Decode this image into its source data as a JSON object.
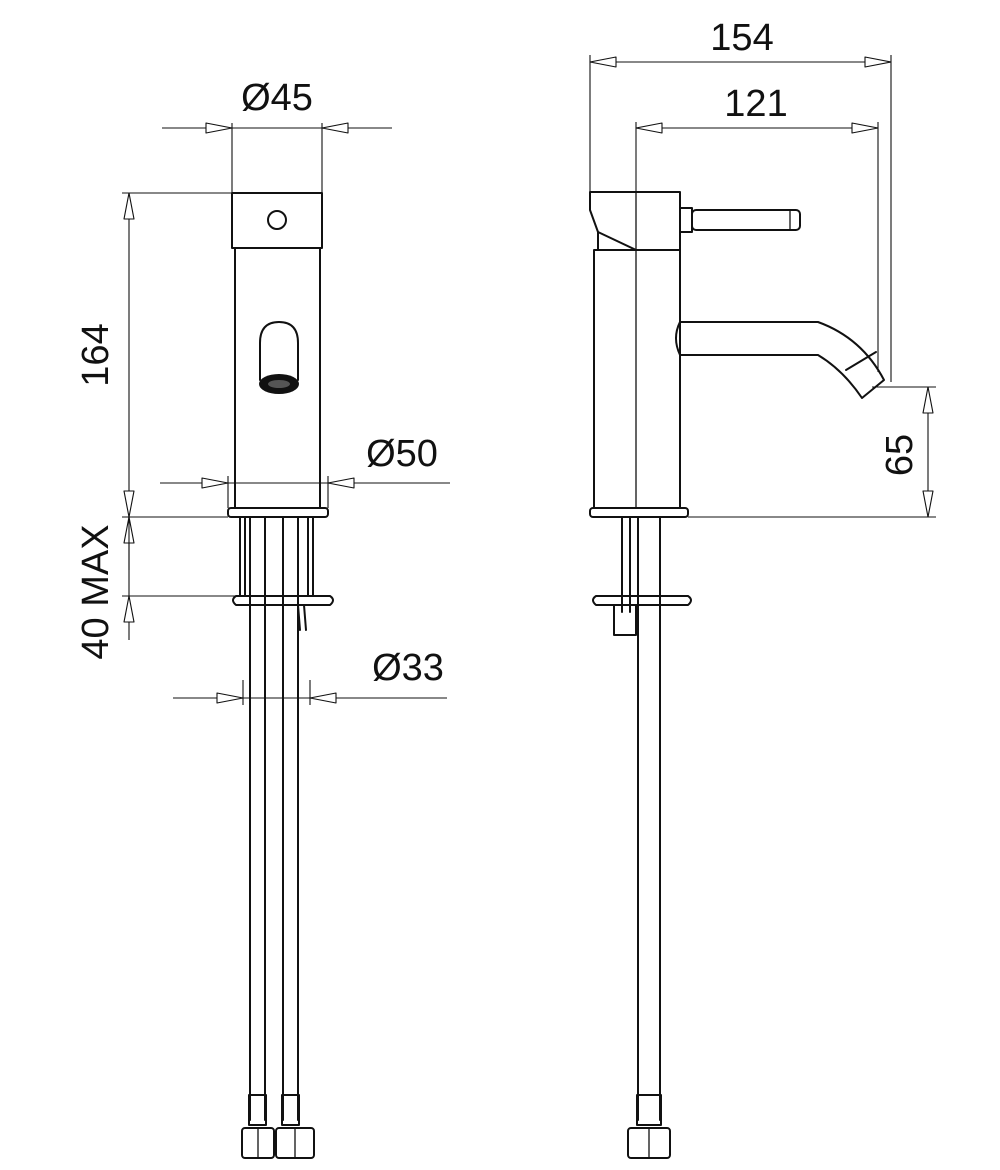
{
  "dimensions": {
    "front_width_top": "Ø45",
    "front_height": "164",
    "front_base_diameter": "Ø50",
    "front_mount_thickness": "40 MAX",
    "front_shank_diameter": "Ø33",
    "side_total_depth": "154",
    "side_spout_reach": "121",
    "side_spout_height": "65"
  }
}
